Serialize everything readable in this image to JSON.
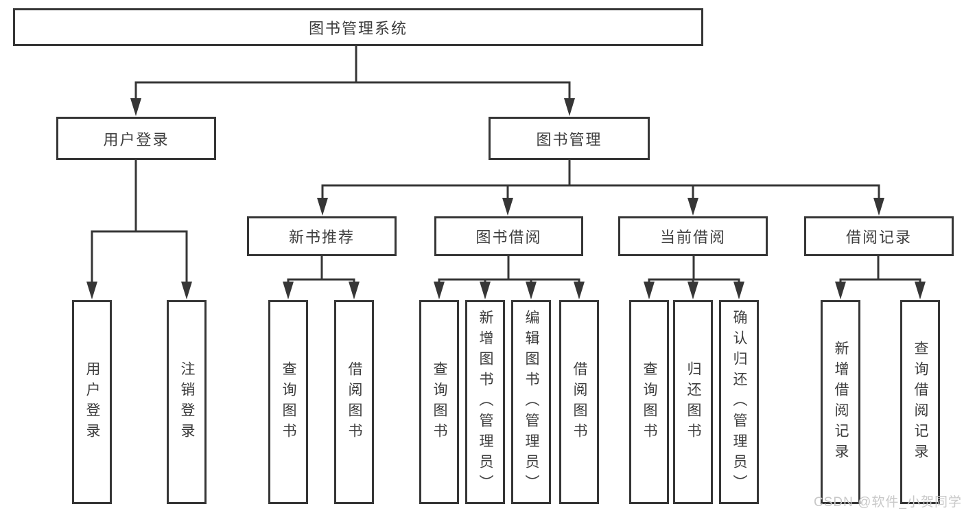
{
  "tree": {
    "label": "图书管理系统",
    "children": [
      {
        "label": "用户登录",
        "children": [
          {
            "label": "用户登录"
          },
          {
            "label": "注销登录"
          }
        ]
      },
      {
        "label": "图书管理",
        "children": [
          {
            "label": "新书推荐",
            "children": [
              {
                "label": "查询图书"
              },
              {
                "label": "借阅图书"
              }
            ]
          },
          {
            "label": "图书借阅",
            "children": [
              {
                "label": "查询图书"
              },
              {
                "label": "新增图书（管理员）"
              },
              {
                "label": "编辑图书（管理员）"
              },
              {
                "label": "借阅图书"
              }
            ]
          },
          {
            "label": "当前借阅",
            "children": [
              {
                "label": "查询图书"
              },
              {
                "label": "归还图书"
              },
              {
                "label": "确认归还（管理员）"
              }
            ]
          },
          {
            "label": "借阅记录",
            "children": [
              {
                "label": "新增借阅记录"
              },
              {
                "label": "查询借阅记录"
              }
            ]
          }
        ]
      }
    ]
  },
  "watermark": {
    "text": "CSDN @软件_小贺同学"
  },
  "colors": {
    "line": "#363636",
    "box_border": "#363636",
    "box_fill": "#ffffff",
    "text": "#3d3d3d",
    "watermark": "#c8c8c8",
    "background": "#ffffff"
  }
}
